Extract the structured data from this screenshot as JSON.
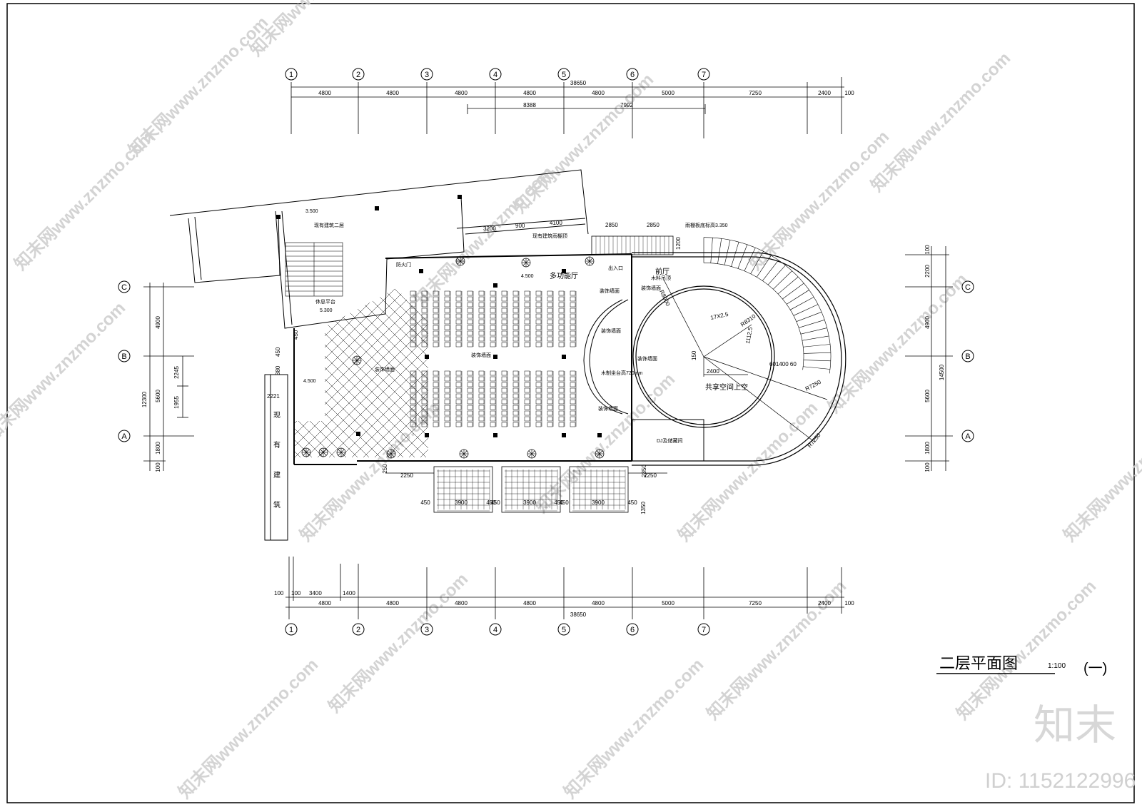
{
  "sheet": {
    "title": "二层平面图",
    "scale": "1:100",
    "suffix": "(一)",
    "brand": "知末",
    "id_text": "ID: 1152122996",
    "watermark": "知末网www.znzmo.com"
  },
  "axes": {
    "columns": [
      "1",
      "2",
      "3",
      "4",
      "5",
      "6",
      "7"
    ],
    "rows": [
      "C",
      "B",
      "A"
    ]
  },
  "dimensions": {
    "top_total": "38650",
    "top_spans": [
      "4800",
      "4800",
      "4800",
      "4800",
      "4800",
      "5000",
      "7250",
      "2400",
      "100"
    ],
    "top_sub": [
      "8388",
      "7992"
    ],
    "bottom_total": "38650",
    "bottom_spans": [
      "4800",
      "4800",
      "4800",
      "4800",
      "4800",
      "5000",
      "7250",
      "2400",
      "100"
    ],
    "bottom_sub": [
      "100",
      "100",
      "3400",
      "1400"
    ],
    "left_total": "12300",
    "left_spans": [
      "4900",
      "5600",
      "1800",
      "100"
    ],
    "left_inner": [
      "2245",
      "1955"
    ],
    "right_total": "14500",
    "right_spans": [
      "100",
      "2200",
      "4900",
      "5600",
      "1800",
      "100"
    ],
    "canopy": [
      "2850",
      "2850",
      "1200"
    ],
    "roof": [
      "3200",
      "900",
      "4100"
    ],
    "balcony": [
      "2250",
      "3900",
      "3900",
      "3900",
      "2250",
      "450",
      "450",
      "450",
      "450",
      "450",
      "450",
      "250",
      "2350",
      "1350"
    ],
    "left_misc": [
      "2221",
      "450",
      "380",
      "450"
    ],
    "radius": [
      "R7250",
      "R7250",
      "R8310",
      "R8000",
      "17X2.5",
      "1112.5",
      "2400",
      "601400 60",
      "150"
    ]
  },
  "rooms": {
    "existing_2f": "现有建筑二层",
    "existing_canopy": "现有建筑雨棚顶",
    "rest_room": "休息平台",
    "multi_hall": "多功能厅",
    "entrance": "出入口",
    "front_hall": "前厅",
    "atrium": "共享空间上空",
    "dj_room": "DJ及储藏间",
    "existing_bldg": [
      "现",
      "有",
      "建",
      "筑"
    ],
    "canopy_note": "雨棚板底标高3.350"
  },
  "levels": {
    "l1": "3.500",
    "l2": "5.300",
    "l3": "4.500",
    "l4": "4.500"
  },
  "notes": {
    "n1": "装饰墙面",
    "n2": "装饰墙面",
    "n3": "装饰墙面",
    "n4": "木制坐台高720mm",
    "n5": "装饰墙面",
    "n6": "木料吊顶",
    "n7": "装饰墙面",
    "n8": "防火门",
    "n9": "装饰墙面",
    "n10": "装饰墙面"
  }
}
